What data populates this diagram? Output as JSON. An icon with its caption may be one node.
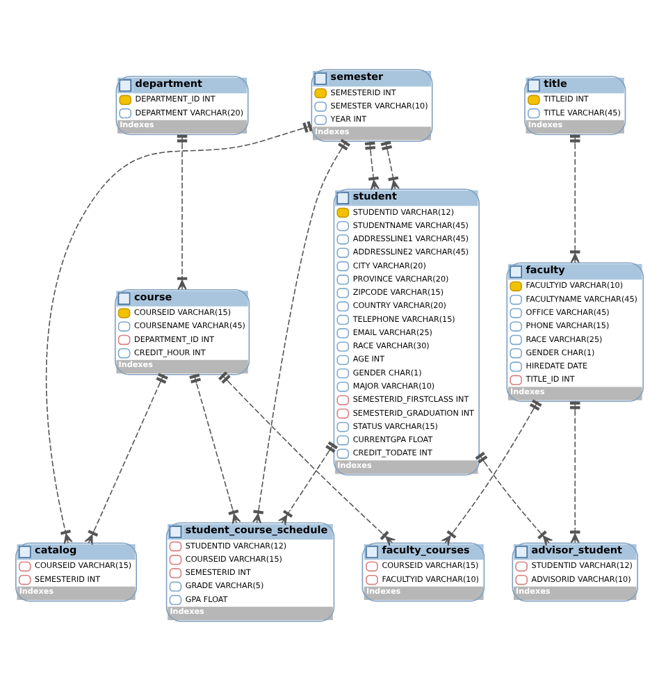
{
  "diagram": {
    "nodes": [
      {
        "text": [
          "semester",
          "SEMESTERID INT",
          "SEMESTER VARCHAR(10)",
          "YEAR INT",
          "Indexes"
        ]
      },
      {
        "text": [
          "student_course_schedule",
          "STUDENTID VARCHAR(12)",
          "COURSEID VARCHAR(15)",
          "SEMESTERID INT",
          "GRADE VARCHAR(5)",
          "GPA FLOAT",
          "Indexes"
        ]
      },
      {
        "text": [
          "advisor_student",
          "STUDENTID VARCHAR(12)",
          "ADVISORID VARCHAR(10)",
          "Indexes"
        ]
      },
      {
        "text": [
          "student",
          "STUDENTID VARCHAR(12)",
          "STUDENTNAME VARCHAR(45)",
          "ADDRESSLINE1 VARCHAR(45)",
          "ADDRESSLINE2 VARCHAR(45)",
          "CITY VARCHAR(20)",
          "PROVINCE VARCHAR(20)",
          "ZIPCODE VARCHAR(15)",
          "COUNTRY VARCHAR(20)",
          "TELEPHONE VARCHAR(15)",
          "EMAIL VARCHAR(25)",
          "RACE VARCHAR(30)",
          "AGE INT",
          "GENDER CHAR(1)",
          "MAJOR VARCHAR(10)",
          "SEMESTERID_FIRSTCLASS INT",
          "SEMESTERID_GRADUATION INT",
          "STATUS VARCHAR(15)",
          "CURRENTGPA FLOAT",
          "CREDIT_TODATE INT",
          "Indexes"
        ]
      },
      {
        "text": [
          "faculty",
          "FACULTYID VARCHAR(10)",
          "FACULTYNAME VARCHAR(45)",
          "OFFICE VARCHAR(45)",
          "PHONE VARCHAR(15)",
          "RACE VARCHAR(25)",
          "GENDER CHAR(1)",
          "HIREDATE DATE",
          "TITLE_ID INT",
          "Indexes"
        ]
      },
      {
        "text": [
          "faculty_courses",
          "COURSEID VARCHAR(15)",
          "FACULTYID VARCHAR(10)",
          "Indexes"
        ]
      },
      {
        "text": [
          "title",
          "TITLEID INT",
          "TITLE VARCHAR(45)",
          "Indexes"
        ]
      },
      {
        "text": [
          "catalog",
          "COURSEID VARCHAR(15)",
          "SEMESTERID INT",
          "Indexes"
        ]
      },
      {
        "text": [
          "course",
          "COURSEID VARCHAR(15)",
          "COURSENAME VARCHAR(45)",
          "DEPARTMENT_ID INT",
          "CREDIT_HOUR INT",
          "Indexes"
        ]
      },
      {
        "text": [
          "department",
          "DEPARTMENT_ID INT",
          "DEPARTMENT VARCHAR(20)",
          "Indexes"
        ]
      }
    ],
    "edges": [
      {
        "from": 0,
        "to": 1,
        "arrow": "other",
        "style": "dashed"
      },
      {
        "from": 0,
        "to": 3,
        "arrow": "other",
        "style": "dashed"
      },
      {
        "from": 0,
        "to": 3,
        "arrow": "other",
        "style": "dashed"
      },
      {
        "from": 0,
        "to": 7,
        "arrow": "other",
        "style": "dashed"
      },
      {
        "from": 3,
        "to": 1,
        "arrow": "other",
        "style": "dashed"
      },
      {
        "from": 8,
        "to": 1,
        "arrow": "other",
        "style": "dashed"
      },
      {
        "from": 3,
        "to": 2,
        "arrow": "other",
        "style": "dashed"
      },
      {
        "from": 4,
        "to": 2,
        "arrow": "other",
        "style": "dashed"
      },
      {
        "from": 4,
        "to": 5,
        "arrow": "other",
        "style": "dashed"
      },
      {
        "from": 6,
        "to": 4,
        "arrow": "other",
        "style": "dashed"
      },
      {
        "from": 8,
        "to": 5,
        "arrow": "other",
        "style": "dashed"
      },
      {
        "from": 8,
        "to": 7,
        "arrow": "other",
        "style": "dashed"
      },
      {
        "from": 9,
        "to": 8,
        "arrow": "other",
        "style": "dashed"
      }
    ]
  }
}
